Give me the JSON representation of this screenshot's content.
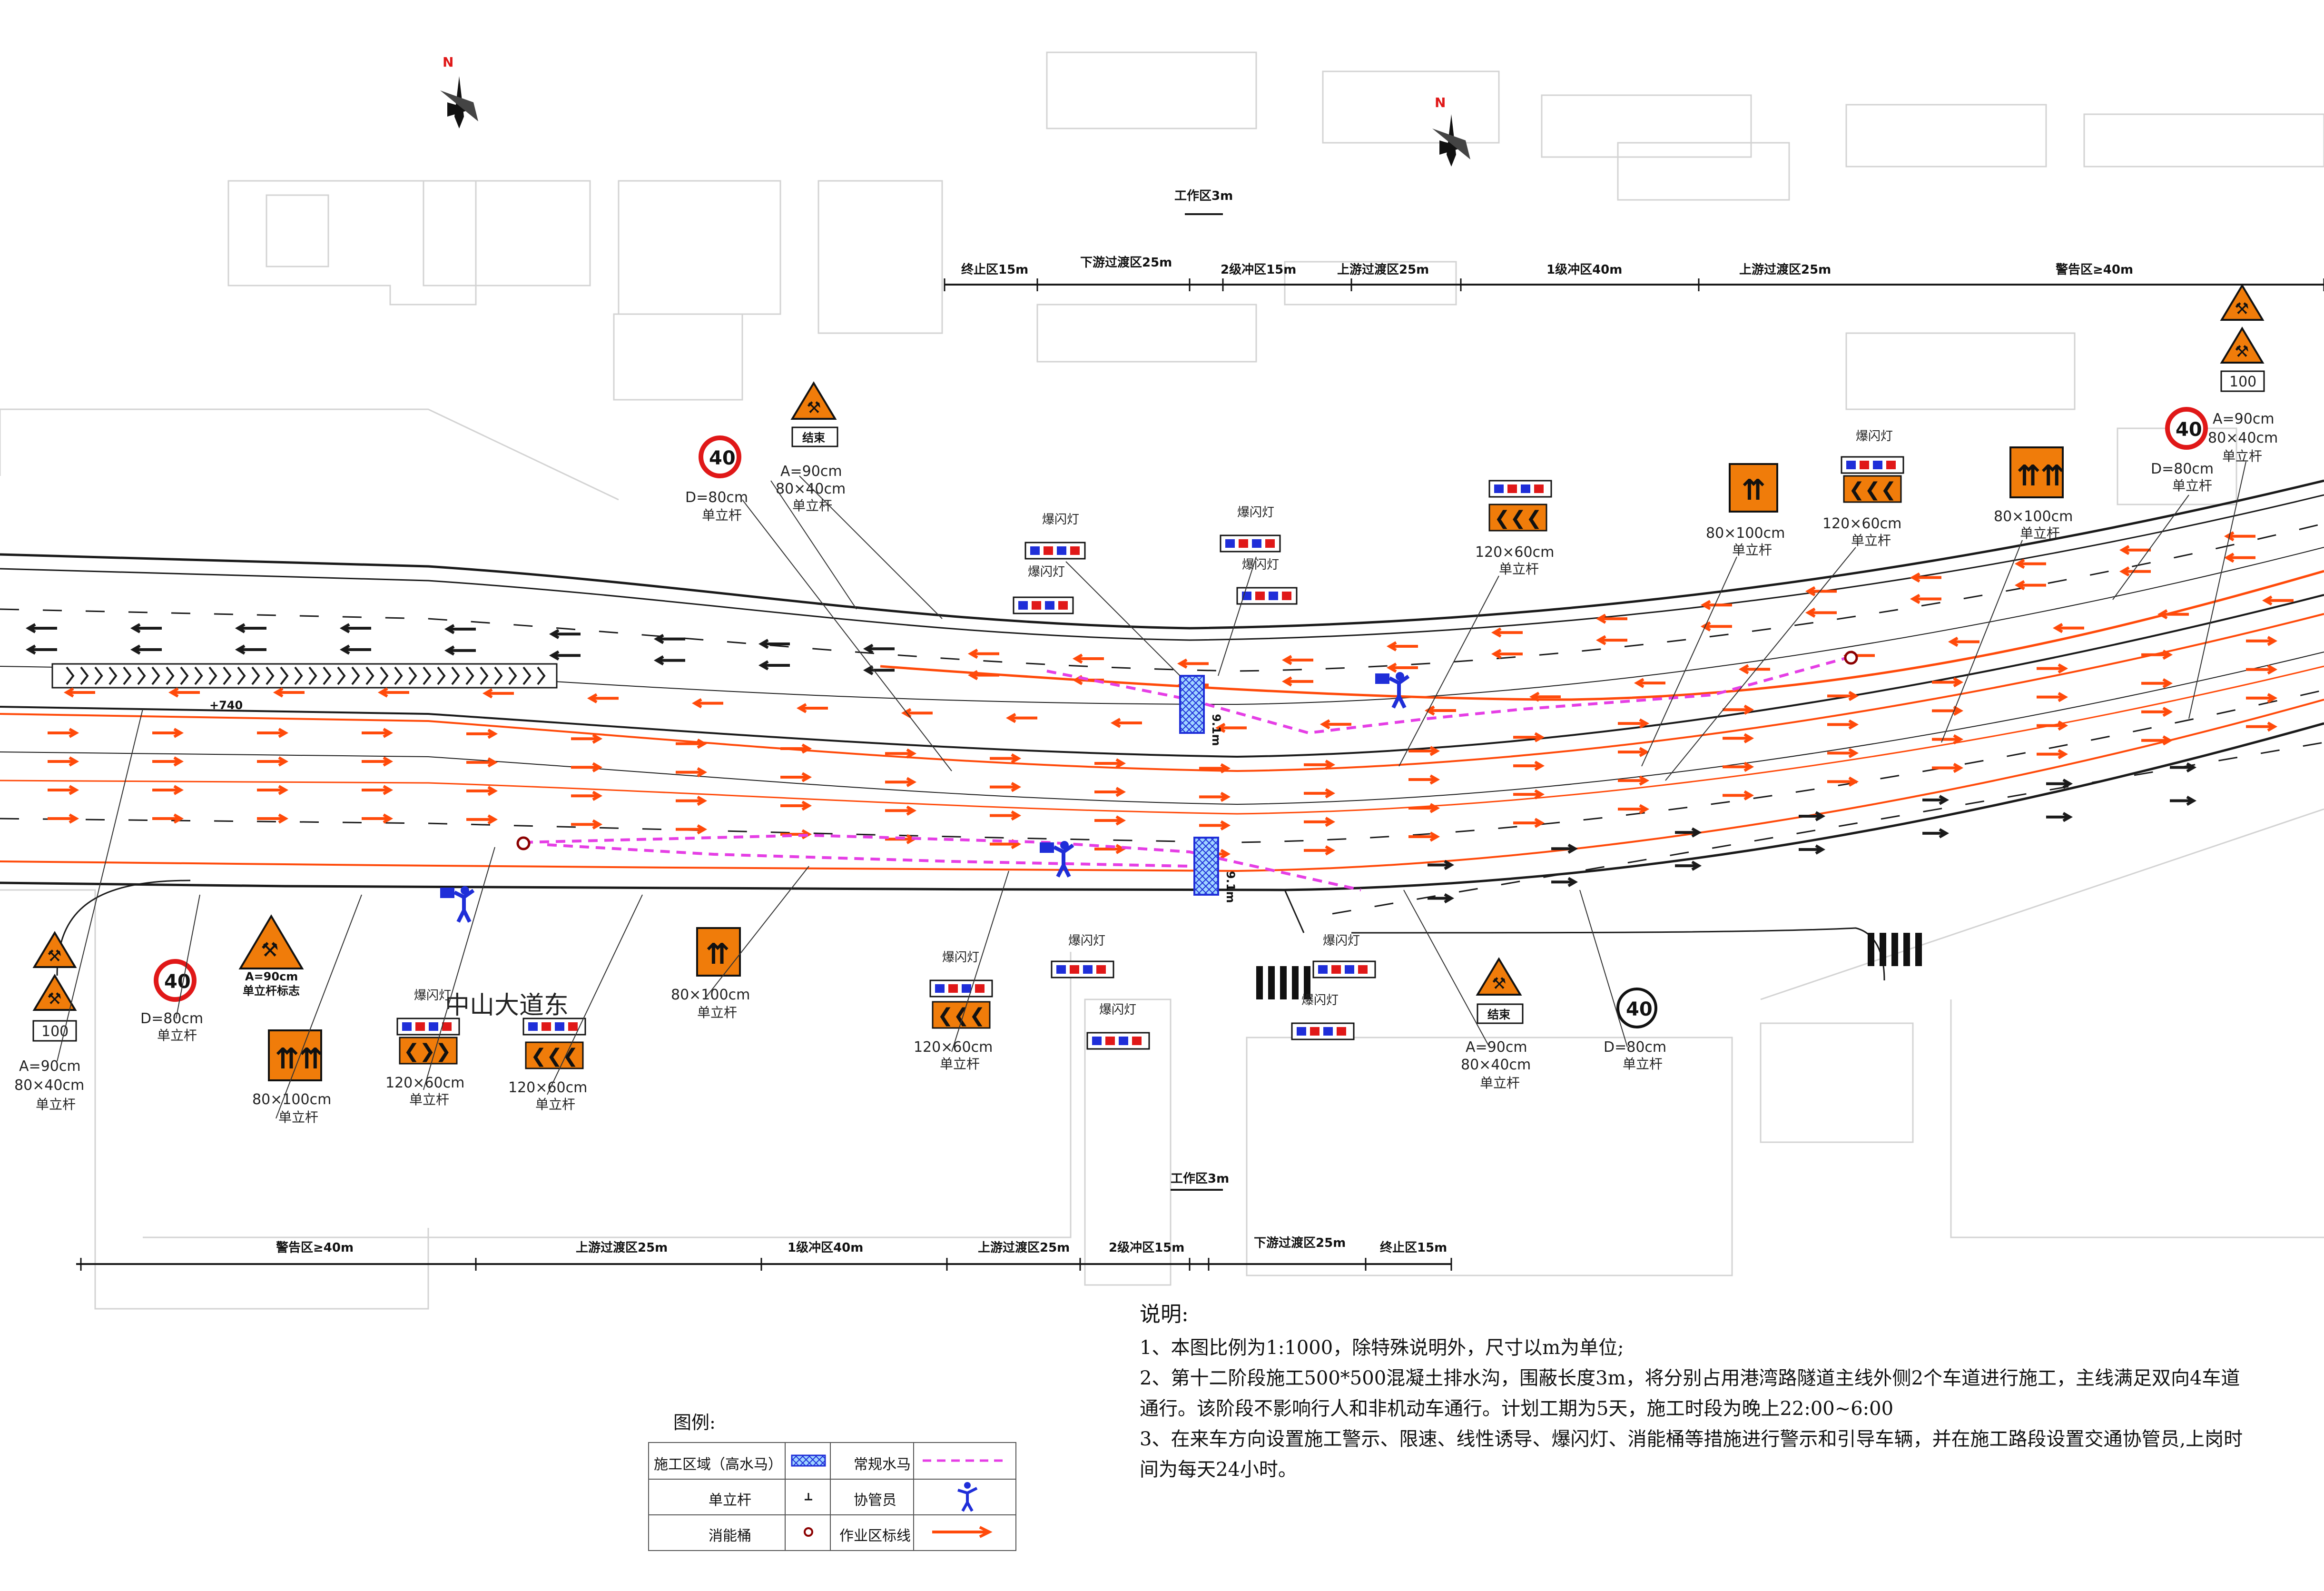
{
  "map_title": "中山大道东",
  "north": "N",
  "colors": {
    "road": "#1a1a1a",
    "work_zone": "#ff4a0a",
    "barrier": "#e53ee5",
    "base": "#cfcfcf",
    "sign_orange": "#f07c0a",
    "sign_blue": "#1f2ed8",
    "sign_red": "#e01818"
  },
  "zones_top": [
    "终止区15m",
    "下游过渡区25m",
    "2级冲区15m",
    "上游过渡区25m",
    "1级冲区40m",
    "上游过渡区25m",
    "警告区≥40m"
  ],
  "zones_bottom": [
    "警告区≥40m",
    "上游过渡区25m",
    "1级冲区40m",
    "上游过渡区25m",
    "2级冲区15m",
    "下游过渡区25m",
    "终止区15m"
  ],
  "work_area": "工作区3m",
  "chainage": "+740",
  "widths": "9.1m",
  "speed_limit": "40",
  "distance_sign": "100",
  "end_sign": "结束",
  "flash_lamp": "爆闪灯",
  "pole": "单立杆",
  "pole_sign": "单立杆标志",
  "size_a90": "A=90cm",
  "size_80x40": "80×40cm",
  "size_d80": "D=80cm",
  "size_80x100": "80×100cm",
  "size_120x60": "120×60cm",
  "notes": {
    "title": "说明:",
    "lines": [
      "1、本图比例为1:1000，除特殊说明外，尺寸以m为单位;",
      "2、第十二阶段施工500*500混凝土排水沟，围蔽长度3m，将分别占用港湾路隧道主线外侧2个车道进行施工，主线满足双向4车道通行。该阶段不影响行人和非机动车通行。计划工期为5天，施工时段为晚上22:00~6:00",
      "3、在来车方向设置施工警示、限速、线性诱导、爆闪灯、消能桶等措施进行警示和引导车辆，并在施工路段设置交通协管员,上岗时间为每天24小时。"
    ]
  },
  "legend": {
    "title": "图例:",
    "rows": [
      {
        "left": "施工区域（高水马）",
        "right": "常规水马"
      },
      {
        "left": "单立杆",
        "right": "协管员"
      },
      {
        "left": "消能桶",
        "right": "作业区标线"
      }
    ]
  }
}
